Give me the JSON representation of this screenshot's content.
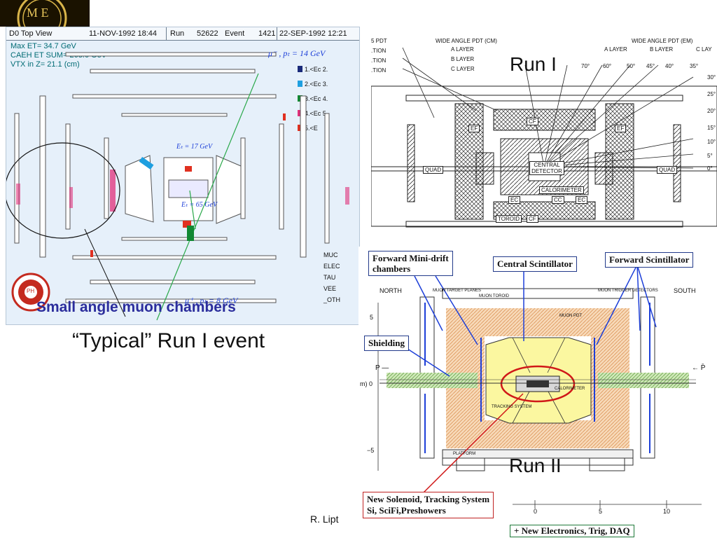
{
  "logo": {
    "letters": "M E"
  },
  "event_display": {
    "header": {
      "view": "D0 Top View",
      "datetime": "11-NOV-1992 18:44",
      "run_label": "Run",
      "run_number": "52622",
      "event_label": "Event",
      "event_number": "1421",
      "date2": "22-SEP-1992 12:21"
    },
    "info": [
      "Max ET=    34.7 GeV",
      "CAEH ET SUM=  268.6 GeV",
      "VTX in Z=    21.1 (cm)"
    ],
    "legend": [
      {
        "label": "1.<Ec 2.",
        "color": "#1a2a7a"
      },
      {
        "label": "2.<Ec 3.",
        "color": "#1e9fe0"
      },
      {
        "label": "3.<Ec 4.",
        "color": "#118833"
      },
      {
        "label": "4.<Ec 5.",
        "color": "#e0307a"
      },
      {
        "label": "5.<E",
        "color": "#e03020"
      }
    ],
    "annotations": {
      "muon_top": "μ⁻ , pₜ = 14 GeV",
      "et_top": "Eₜ = 17 GeV",
      "et_bottom": "Eₜ = 65 GeV",
      "muon_bottom": "μ⁺ , pₜ = 8 GeV"
    },
    "side_labels": [
      "MUC",
      "ELEC",
      "TAU",
      "VEE",
      "_OTH"
    ],
    "ph_badge": "PH"
  },
  "captions": {
    "small_angle": "Small angle muon chambers",
    "typical": "“Typical” Run I event",
    "author": "R. Lipt"
  },
  "run1": {
    "label": "Run I",
    "left_labels": [
      "5 PDT",
      ".TION",
      ".TION",
      ".TION"
    ],
    "wide_angle_cm": "WIDE ANGLE PDT (CM)",
    "wide_angle_em": "WIDE ANGLE PDT (EM)",
    "layers": [
      "A LAYER",
      "B LAYER",
      "C LAYER"
    ],
    "layers_right": [
      "A LAYER",
      "B LAYER",
      "C LAY"
    ],
    "angles_top": [
      "70°",
      "60°",
      "50°",
      "45°",
      "40°",
      "35°"
    ],
    "angles_right": [
      "30°",
      "25°",
      "20°",
      "15°",
      "10°",
      "5°",
      "0°"
    ],
    "parts": [
      "CF",
      "EF",
      "EF",
      "QUAD",
      "QUAD",
      "CENTRAL DETECTOR",
      "CALORIMETER",
      "EC",
      "CC",
      "EC",
      "TOROID",
      "CF"
    ]
  },
  "run2": {
    "label": "Run II",
    "callouts": {
      "forward_mini": [
        "Forward Mini-drift",
        "chambers"
      ],
      "central_scint": "Central Scintillator",
      "forward_scint": "Forward Scintillator",
      "shielding": "Shielding",
      "new_solenoid": [
        "New Solenoid, Tracking System",
        "Si, SciFi,Preshowers"
      ],
      "new_electronics": "+ New Electronics, Trig, DAQ"
    },
    "north": "NORTH",
    "south": "SOUTH",
    "axis_y": [
      "5",
      "m) 0",
      "−5"
    ],
    "axis_x": [
      "0",
      "5",
      "10"
    ],
    "p_left": "P —",
    "p_right": "← P̄",
    "small_labels": [
      "MUON TARGET PLANES",
      "MUON TOROID",
      "MUON TRIGGER DETECTORS",
      "MUON PDT",
      "TRACKING SYSTEM",
      "CALORIMETER",
      "PLATFORM"
    ]
  }
}
